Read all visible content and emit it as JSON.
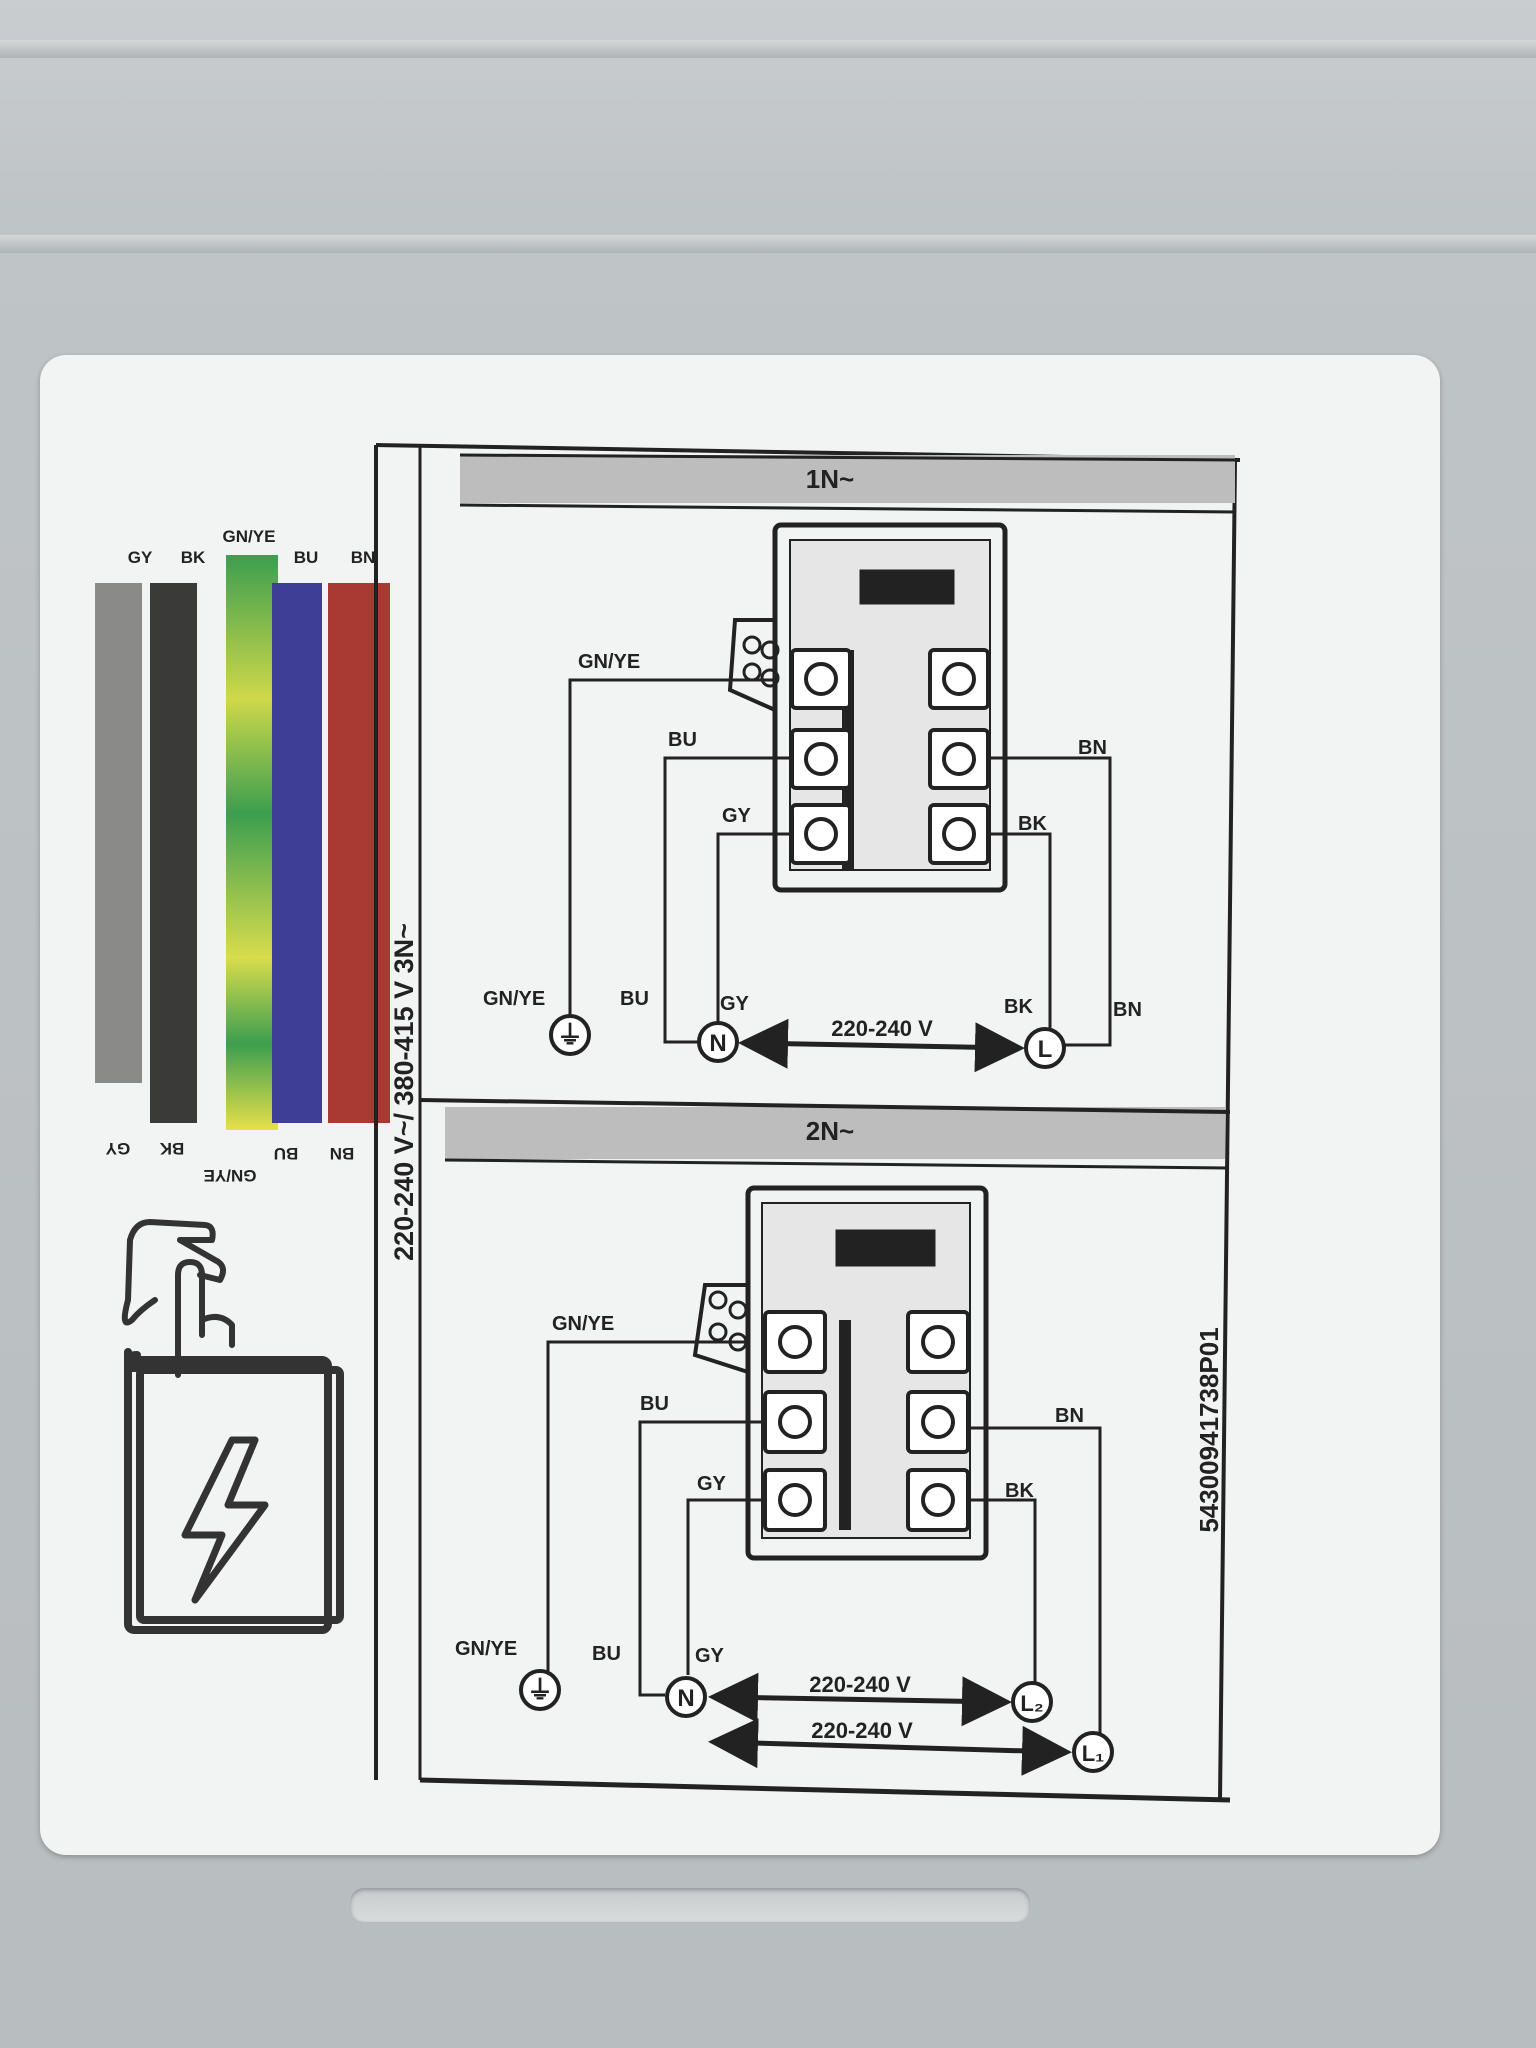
{
  "colors": {
    "GY": "#8a8a88",
    "BK": "#3a3b39",
    "BU": "#3f3e97",
    "BN": "#a83a32",
    "GN": "#3c9e4f",
    "YE": "#e6e04a"
  },
  "legend": {
    "top_labels": [
      "GY",
      "BK",
      "GN/YE",
      "BU",
      "BN"
    ],
    "bottom_labels": [
      "GY",
      "BK",
      "GN/YE",
      "BU",
      "BN"
    ]
  },
  "voltage_title": "220-240 V~/ 380-415 V 3N~",
  "icon": "manual-electric-icon",
  "panels": [
    {
      "header": "1N~",
      "wire_labels": {
        "gnye_top": "GN/YE",
        "bu_top": "BU",
        "gy_top": "GY",
        "bn_top": "BN",
        "bk_top": "BK",
        "gnye_bottom": "GN/YE",
        "bu_bottom": "BU",
        "gy_bottom": "GY",
        "bk_bottom": "BK",
        "bn_bottom": "BN"
      },
      "terminals": {
        "ground": "⏚",
        "neutral": "N",
        "line": "L"
      },
      "voltage": "220-240 V"
    },
    {
      "header": "2N~",
      "wire_labels": {
        "gnye_top": "GN/YE",
        "bu_top": "BU",
        "gy_top": "GY",
        "bn_top": "BN",
        "bk_top": "BK",
        "gnye_bottom": "GN/YE",
        "bu_bottom": "BU",
        "gy_bottom": "GY"
      },
      "terminals": {
        "ground": "⏚",
        "neutral": "N",
        "line2": "L₂",
        "line1": "L₁"
      },
      "voltage_l2": "220-240 V",
      "voltage_l1": "220-240 V"
    }
  ],
  "part_number": "54300941738P01"
}
